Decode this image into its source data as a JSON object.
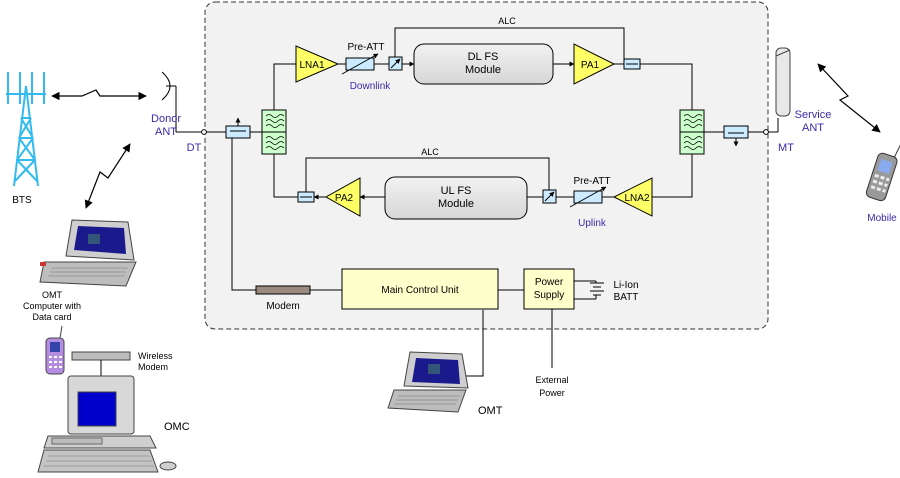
{
  "labels": {
    "bts": "BTS",
    "donor_ant": [
      "Donor",
      "ANT"
    ],
    "dt": "DT",
    "mt": "MT",
    "service_ant": [
      "Service",
      "ANT"
    ],
    "mobile": "Mobile",
    "lna1": "LNA1",
    "lna2": "LNA2",
    "pa1": "PA1",
    "pa2": "PA2",
    "pre_att_dl": "Pre-ATT",
    "pre_att_ul": "Pre-ATT",
    "downlink": "Downlink",
    "uplink": "Uplink",
    "alc_top": "ALC",
    "alc_mid": "ALC",
    "dl_fs": [
      "DL FS",
      "Module"
    ],
    "ul_fs": [
      "UL FS",
      "Module"
    ],
    "main_control": "Main Control Unit",
    "power_supply": [
      "Power",
      "Supply"
    ],
    "battery": [
      "Li-Ion",
      "BATT"
    ],
    "modem": "Modem",
    "omt_left": [
      "OMT",
      "Computer with",
      "Data card"
    ],
    "wireless_modem": [
      "Wireless",
      "Modem"
    ],
    "omc": "OMC",
    "omt_bottom": "OMT",
    "external_power": [
      "External",
      "Power"
    ]
  },
  "colors": {
    "amp_fill": "#ffff66",
    "module_fill": "#e6e6e6",
    "control_fill": "#ffffcc",
    "filter_fill": "#ccffcc",
    "tower": "#33bbee",
    "laptop_screen": "#1a1a8c",
    "monitor_screen": "#0000cc",
    "label_blue": "#3b2aa8"
  },
  "icons": [
    "radio-tower-icon",
    "dish-antenna-icon",
    "panel-antenna-icon",
    "mobile-phone-icon",
    "laptop-icon",
    "desktop-computer-icon",
    "wireless-modem-icon",
    "lightning-link-icon",
    "battery-icon"
  ]
}
